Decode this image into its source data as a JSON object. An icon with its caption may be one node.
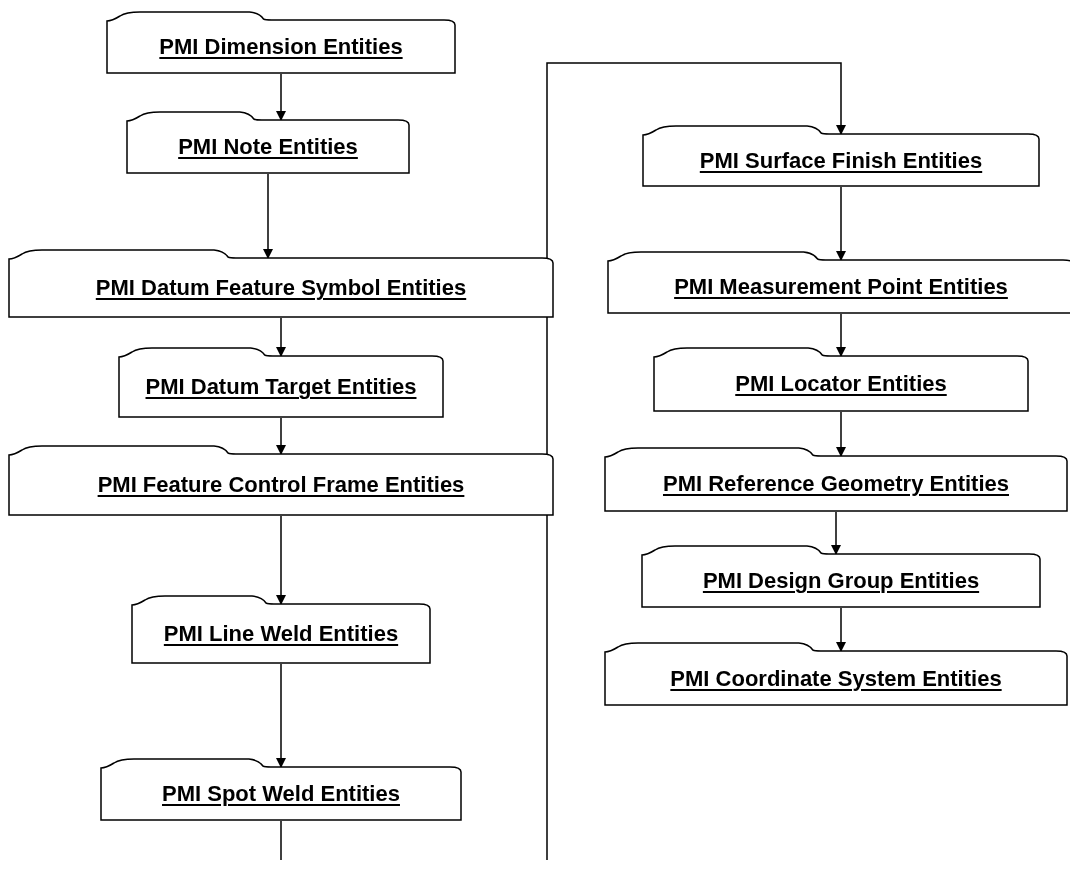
{
  "diagram": {
    "nodes": [
      {
        "text": [
          "PMI Dimension Entities"
        ]
      },
      {
        "text": [
          "PMI Note Entities"
        ]
      },
      {
        "text": [
          "PMI Datum Feature Symbol Entities"
        ]
      },
      {
        "text": [
          "PMI Datum Target Entities"
        ]
      },
      {
        "text": [
          "PMI Feature Control Frame Entities"
        ]
      },
      {
        "text": [
          "PMI Line Weld Entities"
        ]
      },
      {
        "text": [
          "PMI Spot Weld Entities"
        ]
      },
      {
        "text": [
          "PMI Surface Finish Entities"
        ]
      },
      {
        "text": [
          "PMI Measurement Point Entities"
        ]
      },
      {
        "text": [
          "PMI Locator Entities"
        ]
      },
      {
        "text": [
          "PMI Reference Geometry Entities"
        ]
      },
      {
        "text": [
          "PMI Design Group Entities"
        ]
      },
      {
        "text": [
          "PMI Coordinate System Entities"
        ]
      }
    ],
    "edges": [
      {
        "from": 0,
        "to": 1,
        "arrow": "to"
      },
      {
        "from": 1,
        "to": 2,
        "arrow": "to"
      },
      {
        "from": 2,
        "to": 3,
        "arrow": "to"
      },
      {
        "from": 3,
        "to": 4,
        "arrow": "to"
      },
      {
        "from": 4,
        "to": 5,
        "arrow": "to"
      },
      {
        "from": 5,
        "to": 6,
        "arrow": "to"
      },
      {
        "from": 6,
        "to": null,
        "arrow": "none"
      },
      {
        "from": null,
        "to": 7,
        "arrow": "to"
      },
      {
        "from": 7,
        "to": 8,
        "arrow": "to"
      },
      {
        "from": 8,
        "to": 9,
        "arrow": "to"
      },
      {
        "from": 9,
        "to": 10,
        "arrow": "to"
      },
      {
        "from": 10,
        "to": 11,
        "arrow": "to"
      },
      {
        "from": 11,
        "to": 12,
        "arrow": "to"
      }
    ]
  }
}
